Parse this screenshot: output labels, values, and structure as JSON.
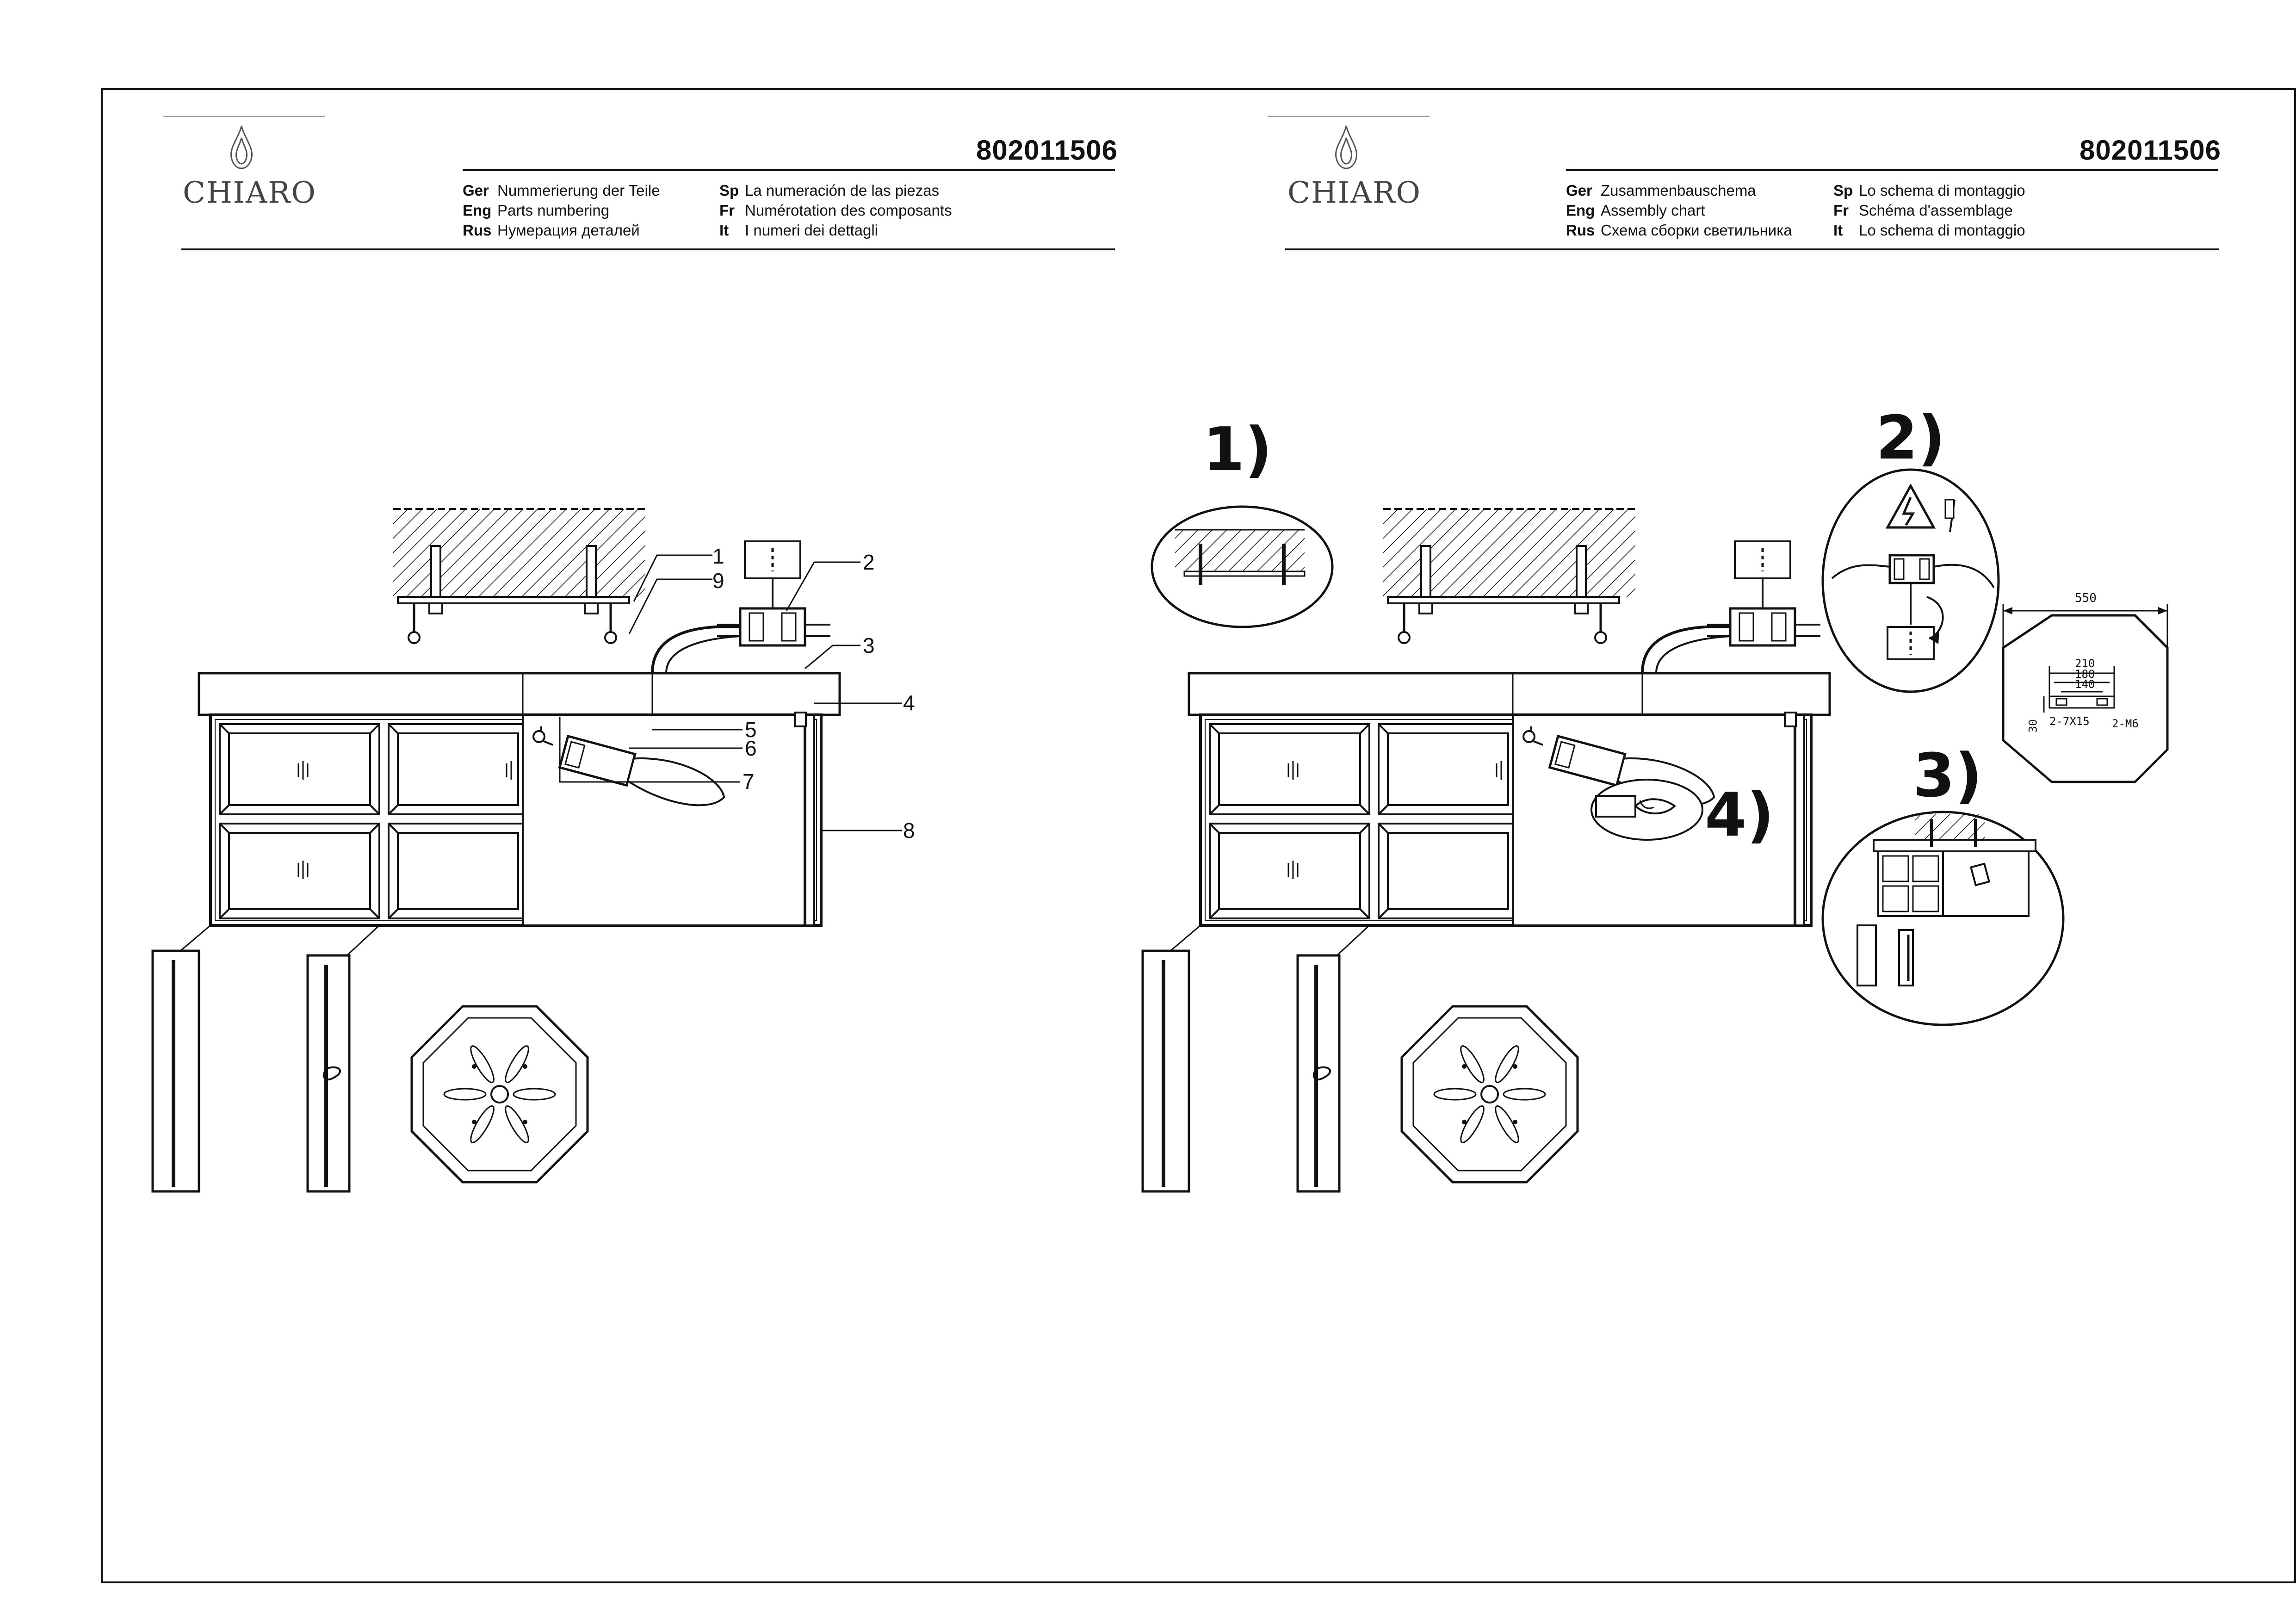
{
  "left_sheet": {
    "brand": "CHIARO",
    "code": "802011506",
    "legend_left": [
      {
        "lang": "Ger",
        "text": "Nummerierung der Teile"
      },
      {
        "lang": "Eng",
        "text": "Parts numbering"
      },
      {
        "lang": "Rus",
        "text": "Нумерация деталей"
      }
    ],
    "legend_right": [
      {
        "lang": "Sp",
        "text": "La numeración de las piezas"
      },
      {
        "lang": "Fr",
        "text": "Numérotation des composants"
      },
      {
        "lang": "It",
        "text": "I numeri dei dettagli"
      }
    ],
    "part_numbers": [
      "1",
      "2",
      "3",
      "4",
      "5",
      "6",
      "7",
      "8",
      "9"
    ]
  },
  "right_sheet": {
    "brand": "CHIARO",
    "code": "802011506",
    "legend_left": [
      {
        "lang": "Ger",
        "text": "Zusammenbauschema"
      },
      {
        "lang": "Eng",
        "text": "Assembly chart"
      },
      {
        "lang": "Rus",
        "text": "Схема сборки светильника"
      }
    ],
    "legend_right": [
      {
        "lang": "Sp",
        "text": "Lo schema di montaggio"
      },
      {
        "lang": "Fr",
        "text": "Schéma d'assemblage"
      },
      {
        "lang": "It",
        "text": "Lo schema di montaggio"
      }
    ],
    "steps": [
      "1)",
      "2)",
      "3)",
      "4)"
    ],
    "dimensions": {
      "d550": "550",
      "d210": "210",
      "d180": "180",
      "d140": "140",
      "d30": "30",
      "slot": "2-7X15",
      "screw": "2-M6"
    }
  },
  "colors": {
    "line": "#111111",
    "logo": "#555555"
  }
}
